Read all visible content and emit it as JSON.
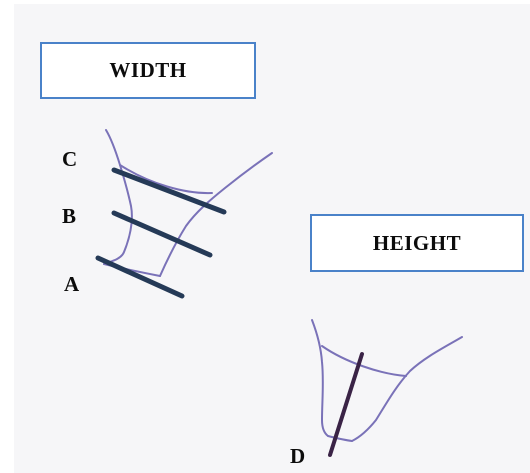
{
  "labels": {
    "width_box": "WIDTH",
    "height_box": "HEIGHT"
  },
  "markers": {
    "c": "C",
    "b": "B",
    "a": "A",
    "d": "D"
  },
  "colors": {
    "box_border": "#4a82c9",
    "sketch_ink": "#7a72b8",
    "width_lines": "#253a57",
    "height_line": "#3a2346",
    "paper": "#f6f6f8"
  }
}
